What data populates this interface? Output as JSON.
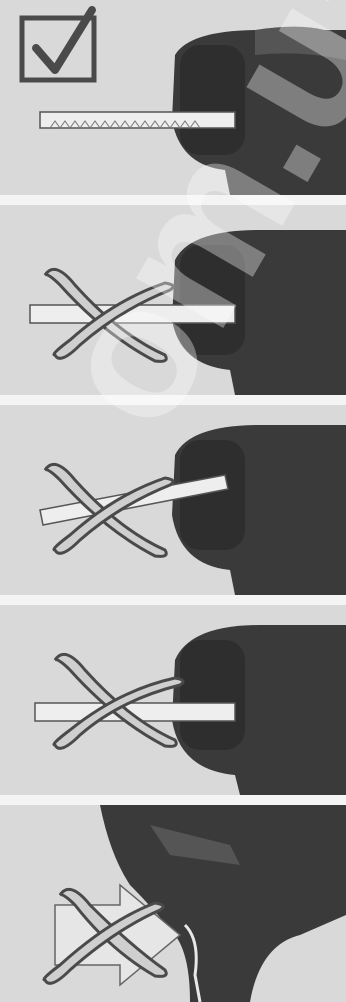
{
  "document": {
    "steps": [
      {
        "id": "step-1",
        "verdict": "correct"
      },
      {
        "id": "step-2",
        "verdict": "incorrect"
      },
      {
        "id": "step-3",
        "verdict": "incorrect"
      },
      {
        "id": "step-4",
        "verdict": "incorrect"
      },
      {
        "id": "step-5",
        "verdict": "incorrect"
      }
    ]
  },
  "watermark": {
    "text": "om.ua"
  },
  "colors": {
    "background": "#d9d9d9",
    "tool_body": "#3a3a3a",
    "check_mark": "#4a4a4a",
    "cross_fill": "#cfcfcf",
    "cross_stroke": "#4a4a4a",
    "rack": "#eeeeee"
  }
}
